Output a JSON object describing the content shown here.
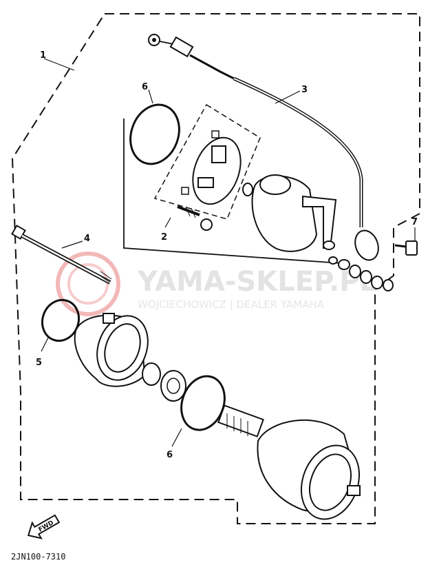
{
  "watermark": {
    "title": "YAMA-SKLEP.PL",
    "subtitle": "WOJCIECHOWICZ | DEALER YAMAHA"
  },
  "callouts": {
    "c1": "1",
    "c2": "2",
    "c3": "3",
    "c4": "4",
    "c5": "5",
    "c6_top": "6",
    "c6_bottom": "6",
    "c7": "7"
  },
  "fwd_label": "FWD",
  "diagram_code": "2JN100-7310",
  "colors": {
    "ink": "#111111",
    "watermark_red": "#f2b8b8",
    "watermark_gray": "#e3e3e3"
  }
}
